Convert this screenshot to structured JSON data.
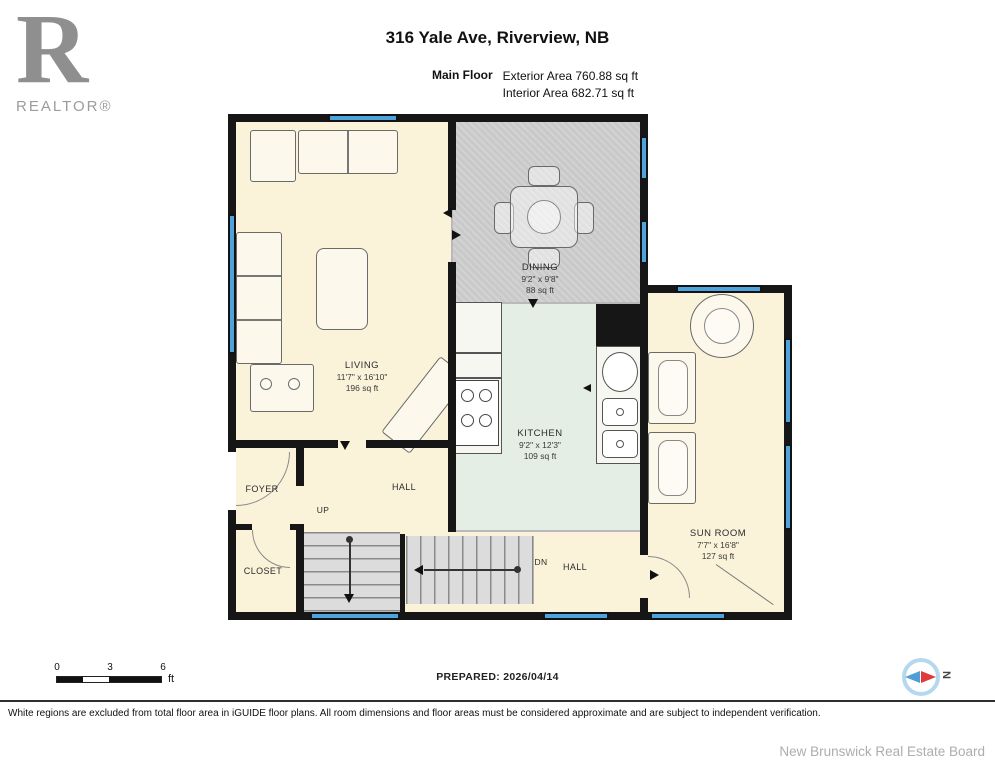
{
  "header": {
    "title": "316 Yale Ave, Riverview, NB",
    "floor_label": "Main Floor",
    "exterior_area": "Exterior Area 760.88 sq ft",
    "interior_area": "Interior Area 682.71 sq ft"
  },
  "logo": {
    "r": "R",
    "brand": "REALTOR®"
  },
  "plan": {
    "rooms": {
      "living": {
        "name": "LIVING",
        "dims": "11'7\" x 16'10\"",
        "area": "196 sq ft"
      },
      "dining": {
        "name": "DINING",
        "dims": "9'2\" x 9'8\"",
        "area": "88 sq ft"
      },
      "kitchen": {
        "name": "KITCHEN",
        "dims": "9'2\" x 12'3\"",
        "area": "109 sq ft"
      },
      "sunroom": {
        "name": "SUN ROOM",
        "dims": "7'7\" x 16'8\"",
        "area": "127 sq ft"
      },
      "hall_upper": "HALL",
      "hall_lower": "HALL",
      "foyer": "FOYER",
      "closet": "CLOSET",
      "stairs_up": "UP",
      "stairs_down": "DN"
    }
  },
  "footer": {
    "scale": {
      "tick0": "0",
      "tick1": "3",
      "tick2": "6",
      "unit": "ft"
    },
    "prepared": "PREPARED: 2026/04/14",
    "compass_n": "N",
    "disclaimer": "White regions are excluded from total floor area in iGUIDE floor plans. All room dimensions and floor areas must be considered approximate and are subject to independent verification.",
    "board": "New Brunswick Real Estate Board"
  },
  "colors": {
    "wall": "#161616",
    "window": "#4FA3DC",
    "room_cream": "#FAF3DA",
    "kitchen_mint": "#E4EEE5",
    "dining_gray": "#C9C9C9",
    "stairs_gray": "#DCDCDC"
  }
}
